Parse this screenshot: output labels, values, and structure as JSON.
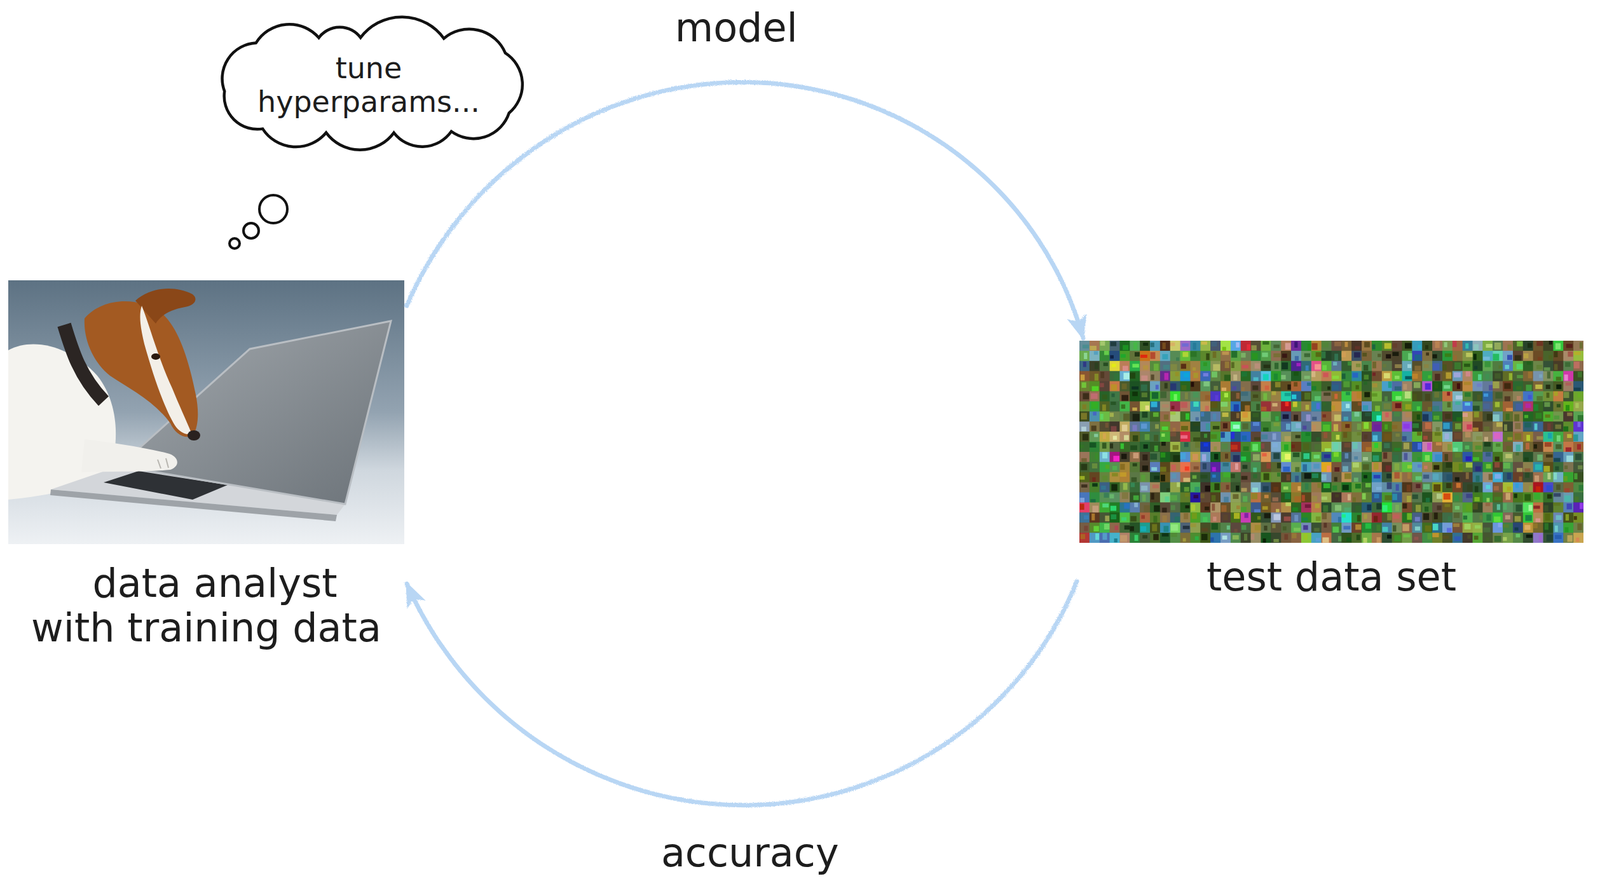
{
  "diagram": {
    "nodes": [
      {
        "text": [
          "tune hyperparams..."
        ]
      },
      {
        "text": [
          "data analyst with training data"
        ]
      },
      {
        "text": [
          "test data set"
        ]
      }
    ],
    "edges": [
      {
        "from": 1,
        "to": 2,
        "arrow": "to",
        "label": "model"
      },
      {
        "from": 2,
        "to": 1,
        "arrow": "to",
        "label": "accuracy"
      }
    ]
  }
}
